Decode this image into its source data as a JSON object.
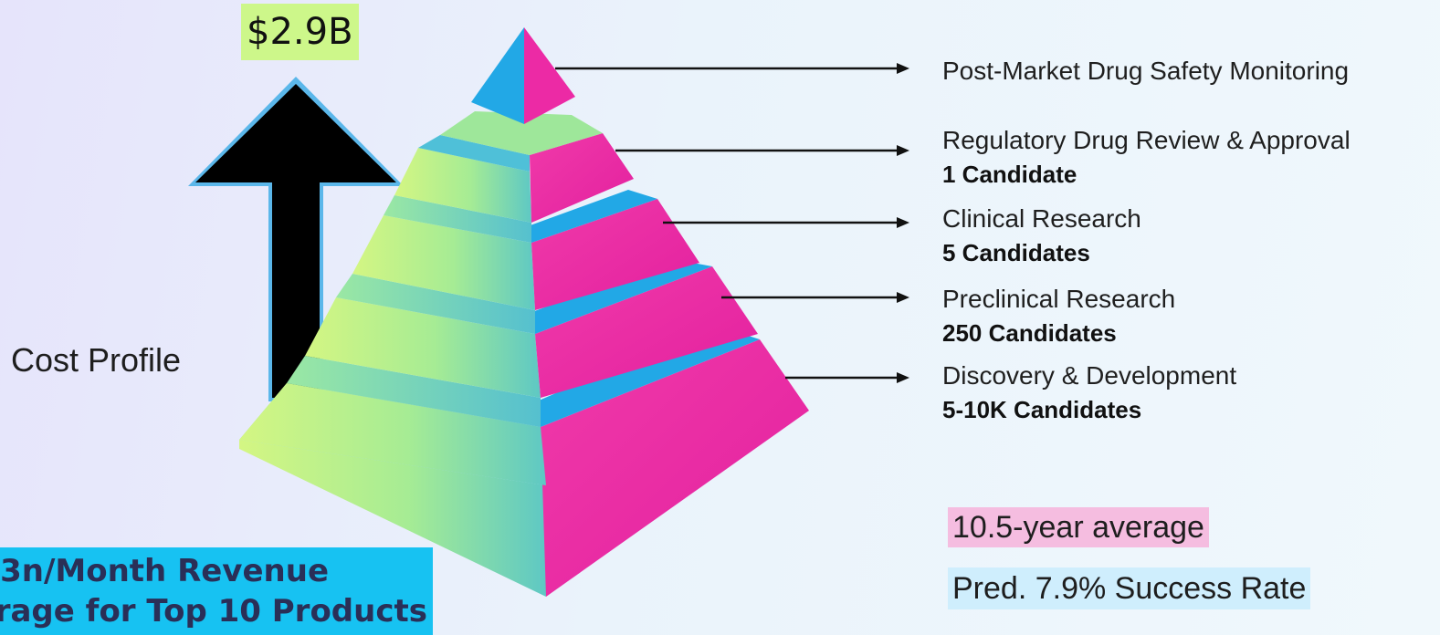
{
  "cost": {
    "figure": "$2.9B",
    "label": "Cost Profile"
  },
  "revenue": {
    "line1": "3n/Month Revenue",
    "line2": "rage for Top 10 Products"
  },
  "stages": [
    {
      "name": "Post-Market Drug Safety Monitoring",
      "count": ""
    },
    {
      "name": "Regulatory Drug Review & Approval",
      "count": "1 Candidate"
    },
    {
      "name": "Clinical Research",
      "count": "5 Candidates"
    },
    {
      "name": "Preclinical Research",
      "count": "250 Candidates"
    },
    {
      "name": "Discovery & Development",
      "count": "5-10K Candidates"
    }
  ],
  "metrics": {
    "average": "10.5-year average",
    "success_rate": "Pred. 7.9% Success Rate"
  },
  "colors": {
    "left_face_light": "#d2f57e",
    "left_face_teal": "#5ec8c4",
    "right_face": "#ec2aa5",
    "top_face": "#22a8e6",
    "arrow": "#000000",
    "arrow_outline": "#5bb7ea",
    "cost_highlight": "#cdf78a",
    "revenue_highlight": "#17c2f2",
    "average_highlight": "#f5bde0",
    "rate_highlight": "#cfeefd"
  },
  "icons": [
    "up-arrow-icon",
    "pyramid-diagram",
    "pointer-arrow-icon"
  ]
}
